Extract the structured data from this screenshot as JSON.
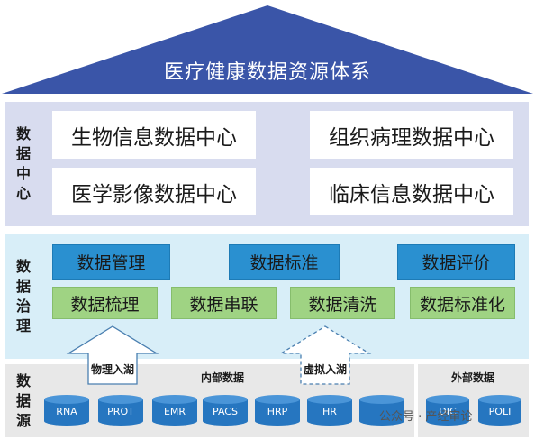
{
  "title": "医疗健康数据资源体系",
  "data_center": {
    "label": [
      "数",
      "据",
      "中",
      "心"
    ],
    "boxes": [
      "生物信息数据中心",
      "组织病理数据中心",
      "医学影像数据中心",
      "临床信息数据中心"
    ]
  },
  "data_governance": {
    "label": [
      "数",
      "据",
      "治",
      "理"
    ],
    "top_row": [
      "数据管理",
      "数据标准",
      "数据评价"
    ],
    "bottom_row": [
      "数据梳理",
      "数据串联",
      "数据清洗",
      "数据标准化"
    ]
  },
  "data_source": {
    "label": [
      "数",
      "据",
      "源"
    ],
    "physical_ingest": "物理入湖",
    "internal_data": "内部数据",
    "virtual_ingest": "虚拟入湖",
    "external_data": "外部数据",
    "internal_items": [
      "RNA",
      "PROT",
      "EMR",
      "PACS",
      "HRP",
      "HR",
      ""
    ],
    "external_items": [
      "DIC",
      "POLI"
    ]
  },
  "watermark": "公众号 · 产经审论",
  "colors": {
    "roof": "#3a55a8",
    "band_center": "#d8dcef",
    "band_governance": "#d8eef8",
    "band_source": "#e8e8e8",
    "blue_box": "#2a90d0",
    "green_box": "#9fd383",
    "cylinder": "#2676c0"
  }
}
